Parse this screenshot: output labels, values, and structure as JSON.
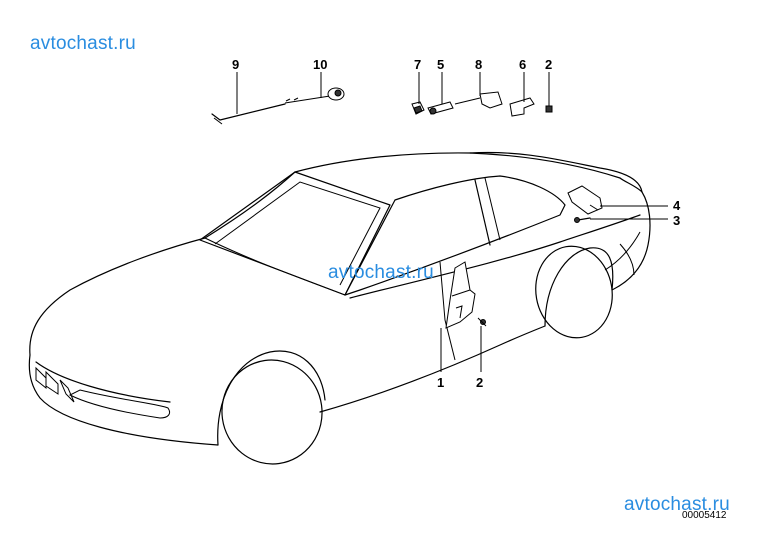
{
  "watermarks": {
    "top_left": "avtochast.ru",
    "center": "avtochast.ru",
    "bottom_right": "avtochast.ru"
  },
  "diagram_code": "00005412",
  "callouts": {
    "c9": "9",
    "c10": "10",
    "c7": "7",
    "c5": "5",
    "c8": "8",
    "c6": "6",
    "c2_top": "2",
    "c4": "4",
    "c3": "3",
    "c1": "1",
    "c2_bottom": "2"
  },
  "colors": {
    "watermark": "#2a8de0",
    "line": "#000000",
    "background": "#ffffff"
  }
}
